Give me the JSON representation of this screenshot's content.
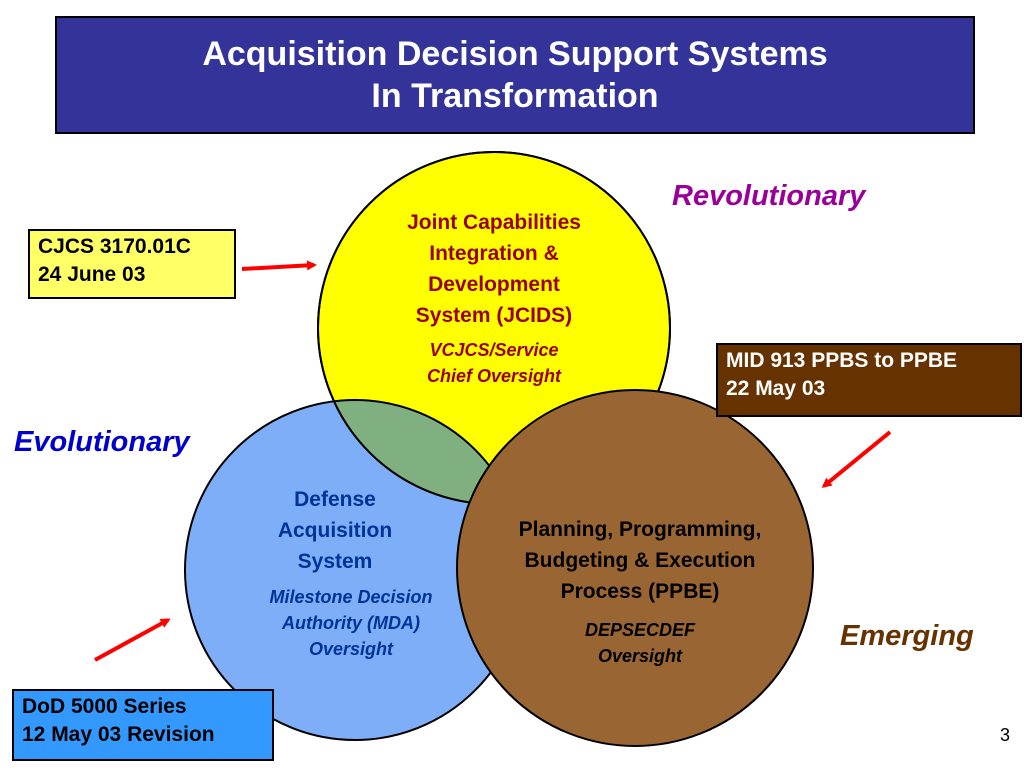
{
  "title": {
    "line1": "Acquisition Decision Support Systems",
    "line2": "In Transformation"
  },
  "colors": {
    "title_bg": "#333399",
    "jcids_fill": "#ffff00",
    "das_fill": "#7faef8",
    "ppbe_fill": "#996633",
    "overlap_fill": "#80b080",
    "arrow": "#ff0000",
    "revolutionary": "#990099",
    "evolutionary": "#0000cc",
    "emerging": "#663300",
    "jcids_text": "#990000",
    "das_text": "#003399",
    "ppbe_text": "#000000"
  },
  "circles": {
    "jcids": {
      "title_lines": [
        "Joint Capabilities",
        "Integration &",
        "Development",
        "System (JCIDS)"
      ],
      "oversight_lines": [
        "VCJCS/Service",
        "Chief Oversight"
      ]
    },
    "das": {
      "title_lines": [
        "Defense",
        "Acquisition",
        "System"
      ],
      "oversight_lines": [
        "Milestone Decision",
        "Authority (MDA)",
        "Oversight"
      ]
    },
    "ppbe": {
      "title_lines": [
        "Planning, Programming,",
        "Budgeting & Execution",
        "Process (PPBE)"
      ],
      "oversight_lines": [
        "DEPSECDEF",
        "Oversight"
      ]
    }
  },
  "labels": {
    "revolutionary": "Revolutionary",
    "evolutionary": "Evolutionary",
    "emerging": "Emerging"
  },
  "notes": {
    "cjcs": {
      "line1": "CJCS 3170.01C",
      "line2": "24 June 03",
      "bg": "#ffff66"
    },
    "mid913": {
      "line1": "MID 913 PPBS to PPBE",
      "line2": "22 May 03",
      "bg": "#663300"
    },
    "dod5000": {
      "line1": "DoD 5000 Series",
      "line2": "12 May 03 Revision",
      "bg": "#3399ff"
    }
  },
  "page_number": "3"
}
